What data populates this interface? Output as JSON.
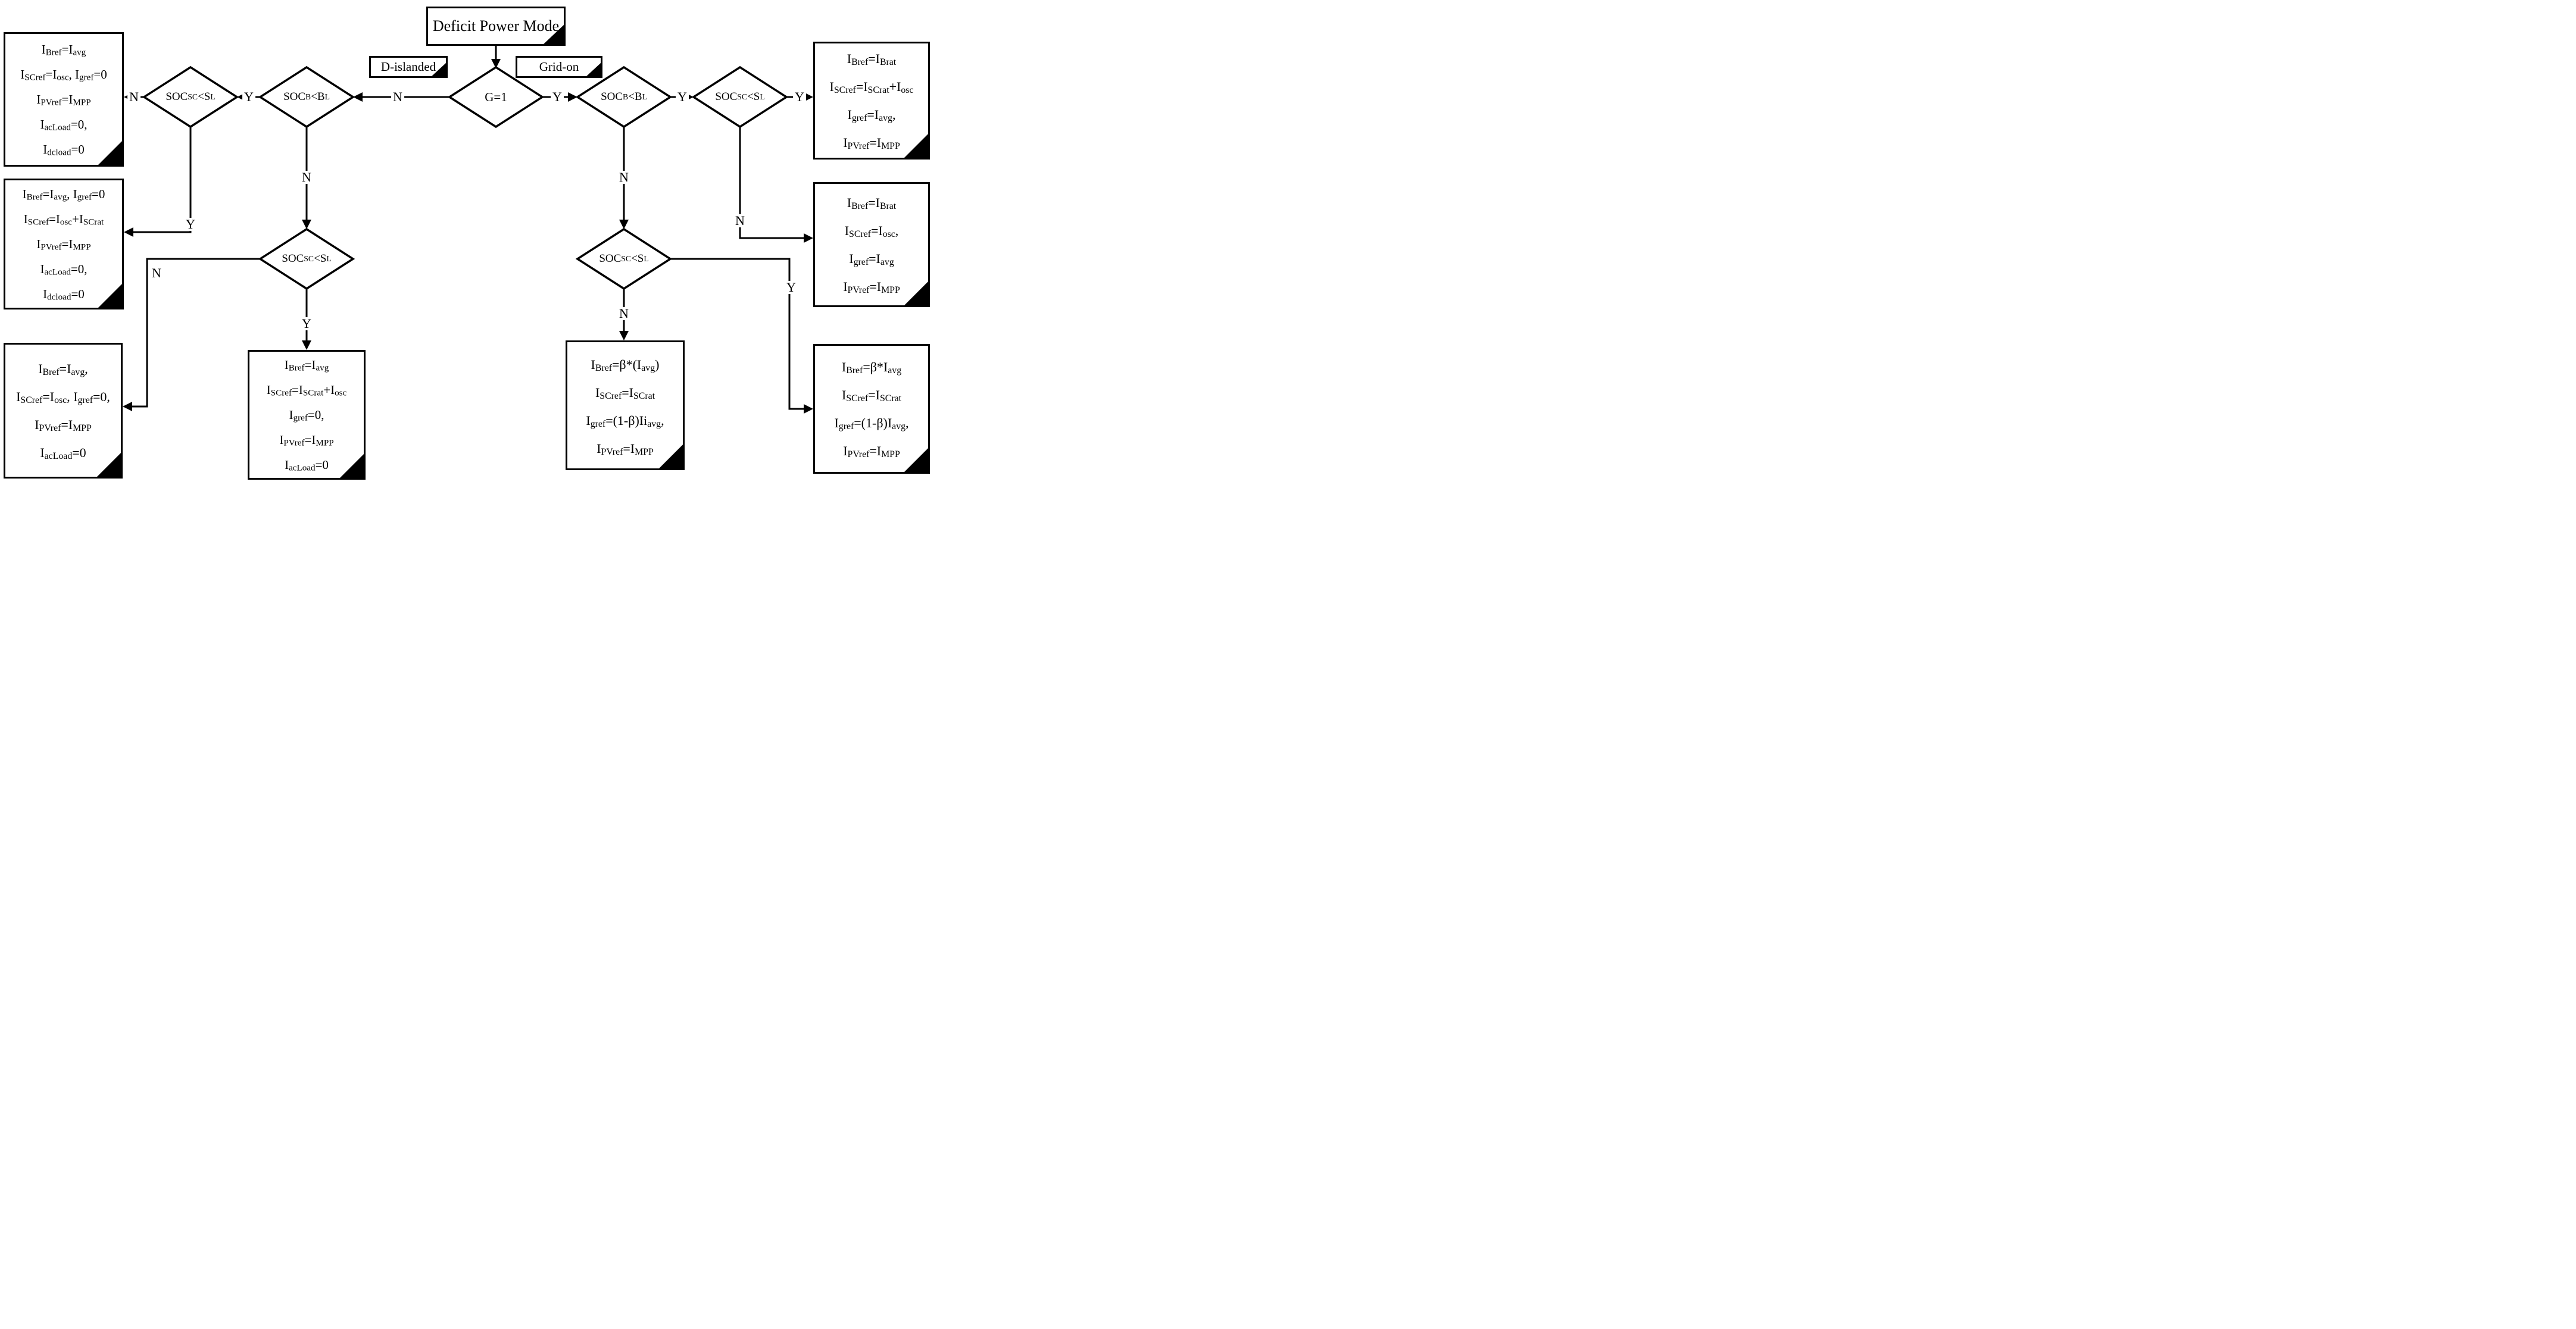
{
  "title": "Deficit Power Mode",
  "colors": {
    "line": "#000000",
    "background": "#ffffff"
  },
  "nodes": {
    "start": {
      "label": "Deficit Power Mode"
    },
    "branch_left_tag": {
      "label": "D-islanded"
    },
    "branch_right_tag": {
      "label": "Grid-on"
    },
    "g1": {
      "label": "G=1"
    },
    "soc_b_left": {
      "label": "SOC_{B}<B_{L}"
    },
    "soc_sc_left": {
      "label": "SOC_{SC}<S_{L}"
    },
    "soc_sc_center_left": {
      "label": "SOC_{SC}<S_{L}"
    },
    "soc_b_right": {
      "label": "SOC_{B}<B_{L}"
    },
    "soc_sc_right": {
      "label": "SOC_{SC}<S_{L}"
    },
    "soc_sc_center_right": {
      "label": "SOC_{SC}<S_{L}"
    },
    "box_top_left": {
      "lines": [
        "I_{Bref}=I_{avg}",
        "I_{SCref}=I_{osc}, I_{gref}=0",
        "I_{PVref}=I_{MPP}",
        "I_{acLoad}=0,",
        "I_{dcload}=0"
      ]
    },
    "box_mid_left": {
      "lines": [
        "I_{Bref}=I_{avg}, I_{gref}=0",
        "I_{SCref}=I_{osc}+I_{SCrat}",
        "I_{PVref}=I_{MPP}",
        "I_{acLoad}=0,",
        "I_{dcload}=0"
      ]
    },
    "box_bottom_left": {
      "lines": [
        "I_{Bref}=I_{avg},",
        "I_{SCref}=I_{osc}, I_{gref}=0,",
        "I_{PVref}=I_{MPP}",
        "I_{acLoad}=0"
      ]
    },
    "box_center_bottom": {
      "lines": [
        "I_{Bref}=I_{avg}",
        "I_{SCref}=I_{SCrat}+I_{osc}",
        "I_{gref}=0,",
        "I_{PVref}=I_{MPP}",
        "I_{acLoad}=0"
      ]
    },
    "box_bottom_center_right": {
      "lines": [
        "I_{Bref}=β*(I_{avg})",
        "I_{SCref}=I_{SCrat}",
        "I_{gref}=(1-β)Ii_{avg},",
        "I_{PVref}=I_{MPP}"
      ]
    },
    "box_top_right": {
      "lines": [
        "I_{Bref}=I_{Brat}",
        "I_{SCref}=I_{SCrat}+I_{osc}",
        "I_{gref}=I_{avg},",
        "I_{PVref}=I_{MPP}"
      ]
    },
    "box_mid_right": {
      "lines": [
        "I_{Bref}=I_{Brat}",
        "I_{SCref}=I_{osc},",
        "I_{gref}=I_{avg}",
        "I_{PVref}=I_{MPP}"
      ]
    },
    "box_bottom_right": {
      "lines": [
        "I_{Bref}=β*I_{avg}",
        "I_{SCref}=I_{SCrat}",
        "I_{gref}=(1-β)I_{avg},",
        "I_{PVref}=I_{MPP}"
      ]
    }
  },
  "edges": {
    "g1_to_soc_b_left": {
      "label": "N"
    },
    "g1_to_soc_b_right": {
      "label": "Y"
    },
    "soc_b_left_to_soc_sc_left": {
      "label": "Y"
    },
    "soc_sc_left_to_box_top_left": {
      "label": "N"
    },
    "soc_sc_left_to_box_mid_left": {
      "label": "Y"
    },
    "soc_b_left_to_soc_sc_center_left": {
      "label": "N"
    },
    "soc_sc_center_left_to_box_center_bottom": {
      "label": "Y"
    },
    "soc_sc_center_left_to_box_bottom_left": {
      "label": "N"
    },
    "soc_b_right_to_soc_sc_right": {
      "label": "Y"
    },
    "soc_sc_right_to_box_top_right": {
      "label": "Y"
    },
    "soc_sc_right_to_box_mid_right": {
      "label": "N"
    },
    "soc_b_right_to_soc_sc_center_right": {
      "label": "N"
    },
    "soc_sc_center_right_to_box_bottom_center": {
      "label": "N"
    },
    "soc_sc_center_right_to_box_bottom_right": {
      "label": "Y"
    }
  }
}
